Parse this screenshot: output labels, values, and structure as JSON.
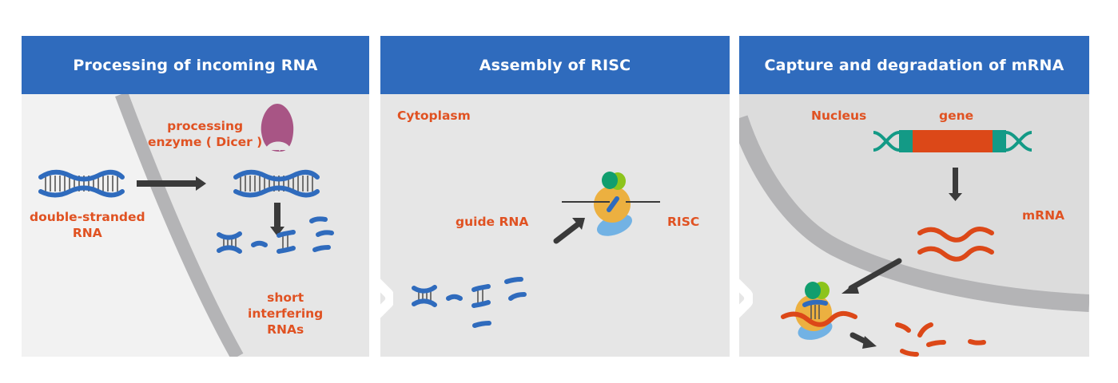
{
  "panels": [
    {
      "title": "Processing of incoming RNA",
      "labels": {
        "enzyme": [
          "processing",
          "enzyme ( Dicer )"
        ],
        "dsrna": [
          "double-stranded",
          "RNA"
        ],
        "sirna": [
          "short",
          "interfering",
          "RNAs"
        ]
      }
    },
    {
      "title": "Assembly of RISC",
      "labels": {
        "region": "Cytoplasm",
        "guide": "guide RNA",
        "risc": "RISC"
      }
    },
    {
      "title": "Capture and degradation of mRNA",
      "labels": {
        "region": "Nucleus",
        "gene": "gene",
        "mrna": "mRNA"
      }
    }
  ],
  "colors": {
    "header": "#2f6bbd",
    "label": "#e05222",
    "rna_blue": "#2f6bbd",
    "dicer": "#a85585",
    "risc_body": "#ecb040",
    "risc_dark_green": "#119e6e",
    "risc_light_green": "#8cc41c",
    "risc_base": "#72b2e4",
    "gene": "#dc4818",
    "dna": "#139a86",
    "arrow": "#3a3a3a",
    "membrane": "#b4b4b6"
  }
}
